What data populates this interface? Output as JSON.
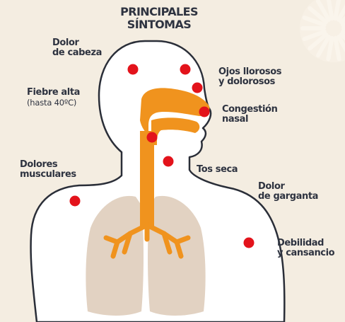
{
  "title": {
    "line1": "PRINCIPALES",
    "line2": "SÍNTOMAS"
  },
  "colors": {
    "background": "#f4ede1",
    "body_fill": "#ffffff",
    "outline": "#2a2e38",
    "airway": "#f0931e",
    "lungs": "#e2d2c2",
    "symptom_dot": "#e3131b"
  },
  "symptoms": [
    {
      "id": "headache",
      "lines": [
        "Dolor",
        "de cabeza"
      ]
    },
    {
      "id": "eyes",
      "lines": [
        "Ojos llorosos",
        "y dolorosos"
      ]
    },
    {
      "id": "fever",
      "lines": [
        "Fiebre alta"
      ],
      "note": "(hasta 40ºC)"
    },
    {
      "id": "congestion",
      "lines": [
        "Congestión",
        "nasal"
      ]
    },
    {
      "id": "cough",
      "lines": [
        "Tos seca"
      ]
    },
    {
      "id": "muscle",
      "lines": [
        "Dolores",
        "musculares"
      ]
    },
    {
      "id": "throat",
      "lines": [
        "Dolor",
        "de garganta"
      ]
    },
    {
      "id": "weakness",
      "lines": [
        "Debilidad",
        "y cansancio"
      ]
    }
  ]
}
